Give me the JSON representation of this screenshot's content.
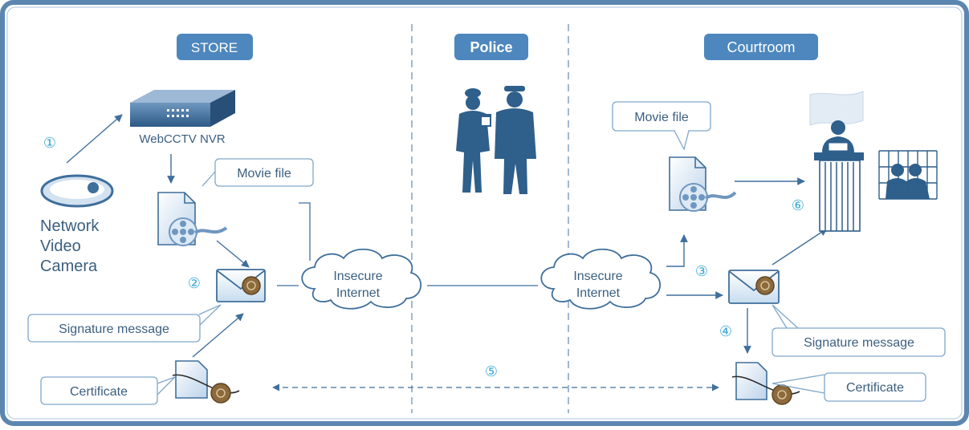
{
  "colors": {
    "frame": "#4a79a4",
    "frame_outer": "#5b86b0",
    "section_badge": "#4d87bd",
    "badge_text": "#ffffff",
    "line": "#3f6f9b",
    "number": "#38a8d6",
    "label_text": "#3b5f80",
    "callout_border": "#7fa7c9",
    "silhouette": "#2f5f8b",
    "seal": "#8c6a3c"
  },
  "sections": {
    "store": "STORE",
    "police": "Police",
    "courtroom": "Courtroom"
  },
  "store": {
    "nvr_label": "WebCCTV NVR",
    "camera_label_line1": "Network",
    "camera_label_line2": "Video",
    "camera_label_line3": "Camera",
    "movie_file": "Movie file",
    "signature_message": "Signature message",
    "certificate": "Certificate"
  },
  "internet": {
    "left_line1": "Insecure",
    "left_line2": "Internet",
    "right_line1": "Insecure",
    "right_line2": "Internet"
  },
  "courtroom": {
    "movie_file": "Movie file",
    "signature_message": "Signature message",
    "certificate": "Certificate"
  },
  "steps": {
    "s1": "①",
    "s2": "②",
    "s3": "③",
    "s4": "④",
    "s5": "⑤",
    "s6": "⑥"
  },
  "icons": {
    "nvr": "nvr-device-icon",
    "camera": "network-camera-icon",
    "movie": "movie-file-icon",
    "envelope": "signed-envelope-icon",
    "certificate": "certificate-icon",
    "cloud": "cloud-icon",
    "police": "police-officers-icon",
    "judge": "judge-podium-icon",
    "flag": "flag-icon",
    "suspects": "suspects-behind-bars-icon"
  }
}
